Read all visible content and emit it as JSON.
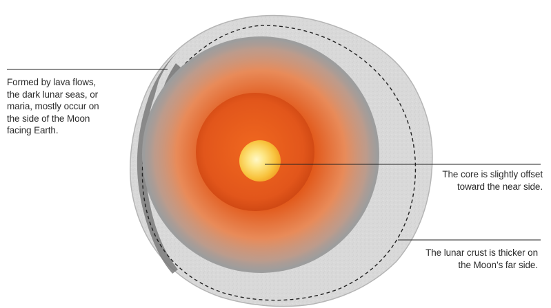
{
  "annotations": {
    "maria": "Formed by lava flows, the dark lunar seas, or maria, mostly occur on the side of the Moon facing Earth.",
    "core": "The core is slightly offset toward the near side.",
    "crust": "The lunar crust is thicker on the Moon’s far side."
  },
  "colors": {
    "crust": "#d8d8d8",
    "crust_edge": "#b9b9b9",
    "maria": "#707070",
    "mantle": "#9c9c9c",
    "outer_core": "#e2571c",
    "inner_core": "#f7c23a",
    "leader_line": "#222222",
    "text": "#2b2b2b"
  }
}
